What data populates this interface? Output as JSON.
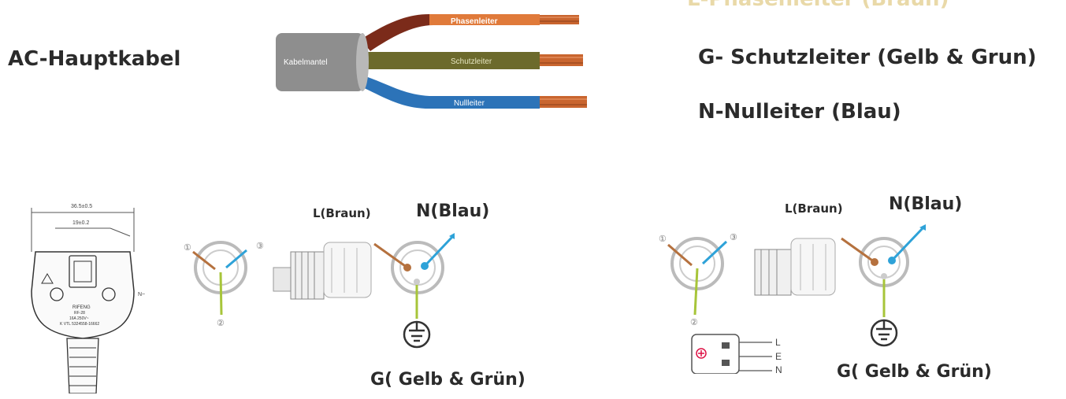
{
  "header": {
    "title": "AC-Hauptkabel"
  },
  "cable": {
    "sheath_label": "Kabelmantel",
    "phase_label": "Phasenleiter",
    "protective_label": "Schutzleiter",
    "neutral_label": "Nullleiter",
    "colors": {
      "sheath": "#8e8e8e",
      "phase": "#7b2b1a",
      "protective": "#6c6a2c",
      "neutral": "#2c73b8",
      "copper": "#c9652f"
    }
  },
  "legend": {
    "line_l": "L-Phasenleiter (Braun)",
    "line_g": "G- Schutzleiter (Gelb & Grun)",
    "line_n": "N-Nulleiter (Blau)"
  },
  "plug_drawing": {
    "dim_outer": "36.5±0.5",
    "dim_inner": "19±0.2",
    "brand": "RIFENG",
    "model": "RF-28",
    "rating": "16A 250V~",
    "cert": "K VTL 5324558-16662",
    "n_mark": "N~"
  },
  "diagram_left": {
    "l_label": "L(Braun)",
    "n_label": "N(Blau)",
    "g_label": "G( Gelb & Grün)",
    "pin_numbers": [
      "①",
      "②",
      "③"
    ],
    "colors": {
      "brown": "#b5713e",
      "blue": "#2ea2d8",
      "yellowgreen": "#a7c53a"
    }
  },
  "diagram_right": {
    "l_label": "L(Braun)",
    "n_label": "N(Blau)",
    "g_label": "G( Gelb & Grün)",
    "pin_numbers": [
      "①",
      "②",
      "③"
    ],
    "socket_letters": [
      "L",
      "E",
      "N"
    ]
  }
}
